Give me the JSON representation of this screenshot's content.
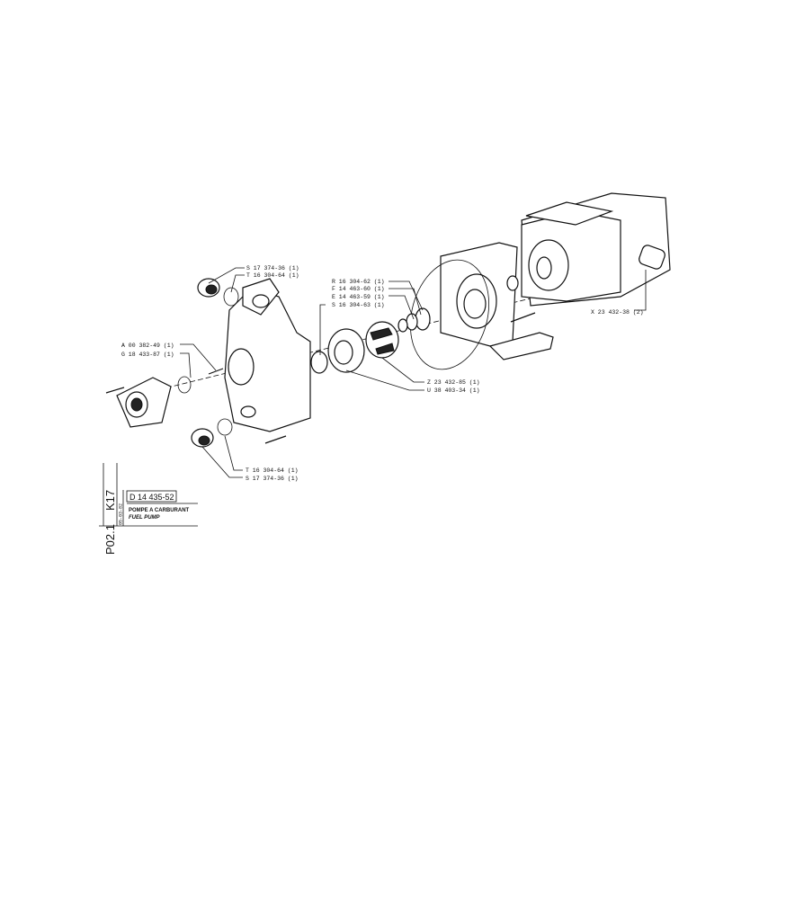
{
  "callouts": [
    {
      "ref": "S 17 374-36 (1)"
    },
    {
      "ref": "T 16 304-64 (1)"
    },
    {
      "ref": "R 16 304-62 (1)"
    },
    {
      "ref": "F 14 463-60 (1)"
    },
    {
      "ref": "E 14 463-59 (1)"
    },
    {
      "ref": "S 16 304-63 (1)"
    },
    {
      "ref": "A 00 382-49 (1)"
    },
    {
      "ref": "G 18 433-87 (1)"
    },
    {
      "ref": "Z 23 432-85 (1)"
    },
    {
      "ref": "U 38 403-34 (1)"
    },
    {
      "ref": "X 23 432-38 (2)"
    },
    {
      "ref": "T 16 304-64 (1)"
    },
    {
      "ref": "S 17 374-36 (1)"
    }
  ],
  "title_block": {
    "section": "K17",
    "page": "P02.1",
    "date": "05-03-82",
    "part_number": "D 14 435-52",
    "title_fr": "POMPE A CARBURANT",
    "title_en": "FUEL PUMP"
  }
}
